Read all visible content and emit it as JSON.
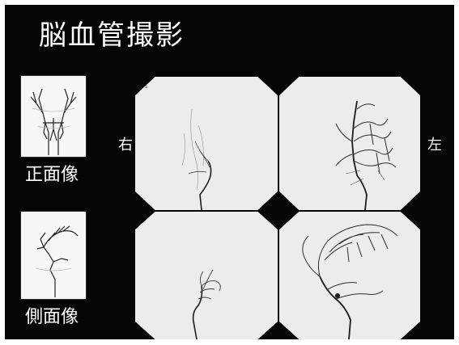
{
  "slide": {
    "title": "脳血管撮影",
    "labels": {
      "frontal": "正面像",
      "lateral": "側面像",
      "right": "右",
      "left": "左"
    }
  },
  "images": [
    {
      "name": "angiogram-right-frontal",
      "view": "frontal"
    },
    {
      "name": "angiogram-left-frontal",
      "view": "frontal"
    },
    {
      "name": "angiogram-right-lateral",
      "view": "lateral"
    },
    {
      "name": "angiogram-left-lateral",
      "view": "lateral"
    }
  ],
  "colors": {
    "background": "#050505",
    "text": "#ffffff",
    "film": "#e9e9e9",
    "vessel": "#2a2a2a"
  }
}
